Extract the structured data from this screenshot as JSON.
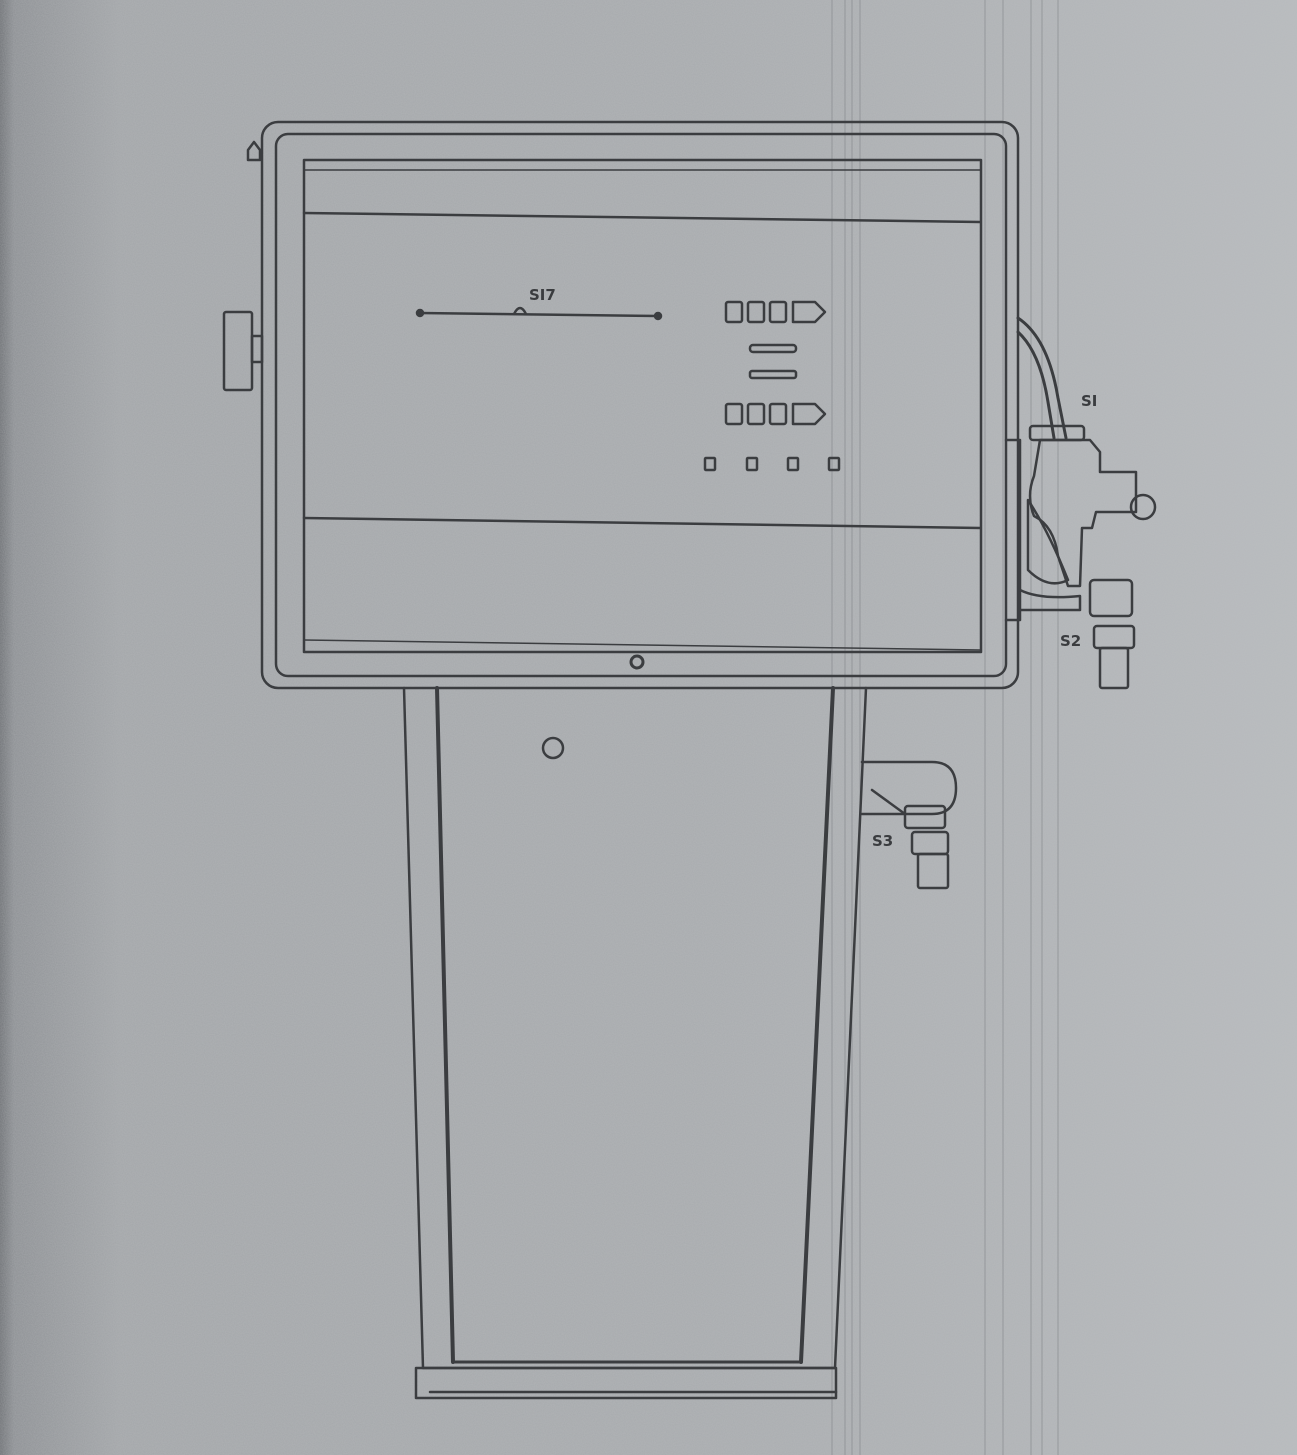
{
  "labels": {
    "s17": "SI7",
    "s1": "SI",
    "s2": "S2",
    "s3": "S3"
  },
  "colors": {
    "ink": "#3b3d40",
    "paper": "#a7aaad"
  }
}
